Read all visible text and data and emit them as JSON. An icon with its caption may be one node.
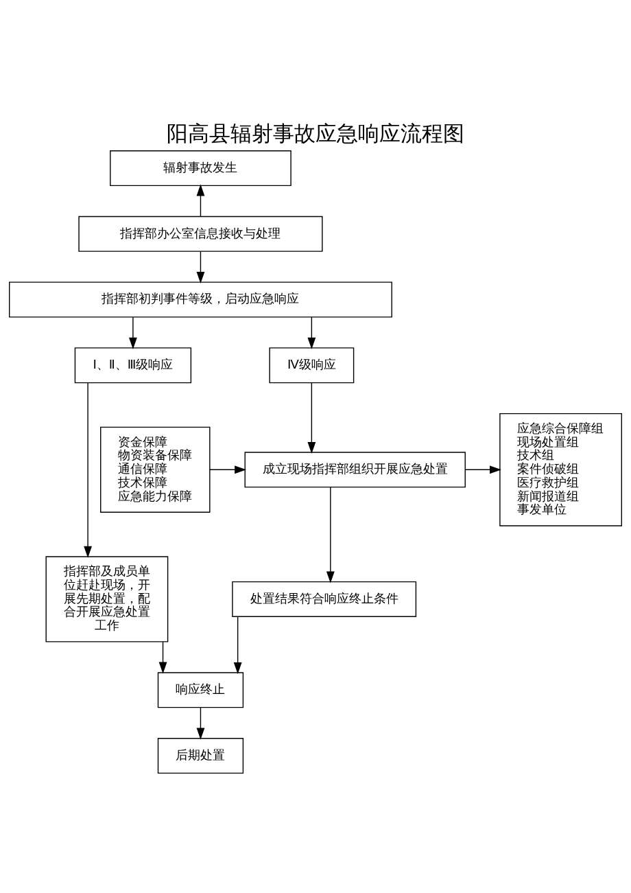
{
  "diagram": {
    "title": "阳高县辐射事故应急响应流程图",
    "nodes": [
      {
        "text": [
          "辐射事故发生"
        ]
      },
      {
        "text": [
          "指挥部办公室信息接收与处理"
        ]
      },
      {
        "text": [
          "指挥部初判事件等级，启动应急响应"
        ]
      },
      {
        "text": [
          "Ⅰ、Ⅱ、Ⅲ级响应"
        ]
      },
      {
        "text": [
          "资金保障",
          "物资装备保障",
          "通信保障",
          "技术保障",
          "应急能力保障"
        ]
      },
      {
        "text": [
          "Ⅳ级响应"
        ]
      },
      {
        "text": [
          "应急综合保障组",
          "现场处置组",
          "技术组",
          "案件侦破组",
          "医疗救护组",
          "新闻报道组",
          "事发单位"
        ]
      },
      {
        "text": [
          "指挥部及成员单位赶赴现场，开展先期处置，配合开展应急处置工作"
        ]
      },
      {
        "text": [
          "成立现场指挥部组织开展应急处置"
        ]
      },
      {
        "text": [
          "处置结果符合响应终止条件"
        ]
      },
      {
        "text": [
          "响应终止"
        ]
      },
      {
        "text": [
          "后期处置"
        ]
      }
    ],
    "edges": [
      {
        "from": 1,
        "to": 0,
        "arrow": "to"
      },
      {
        "from": 1,
        "to": 2,
        "arrow": "to"
      },
      {
        "from": 2,
        "to": 3,
        "arrow": "to"
      },
      {
        "from": 2,
        "to": 5,
        "arrow": "to"
      },
      {
        "from": 3,
        "to": 7,
        "arrow": "to"
      },
      {
        "from": 4,
        "to": 8,
        "arrow": "to"
      },
      {
        "from": 5,
        "to": 8,
        "arrow": "to"
      },
      {
        "from": 8,
        "to": 6,
        "arrow": "to"
      },
      {
        "from": 8,
        "to": 9,
        "arrow": "to"
      },
      {
        "from": 9,
        "to": 10,
        "arrow": "to"
      },
      {
        "from": 7,
        "to": 10,
        "arrow": "to"
      },
      {
        "from": 10,
        "to": 11,
        "arrow": "to"
      }
    ]
  }
}
